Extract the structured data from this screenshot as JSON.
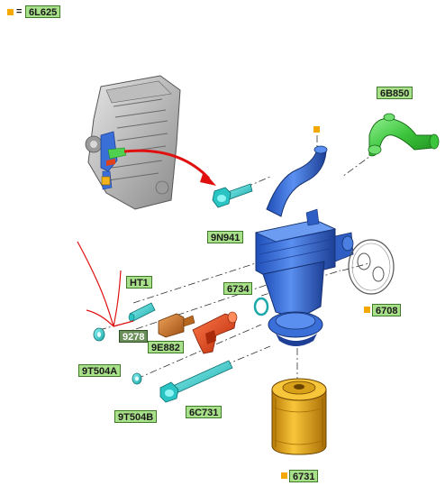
{
  "legend": {
    "equals": "=",
    "code": "6L625"
  },
  "parts": {
    "p6B850": "6B850",
    "p9N941": "9N941",
    "p6734": "6734",
    "pHT1": "HT1",
    "p6708": "6708",
    "p9278": "9278",
    "p9E882": "9E882",
    "p9T504A": "9T504A",
    "p6C731": "6C731",
    "p9T504B": "9T504B",
    "p6731": "6731"
  },
  "colors": {
    "marker": "#f4a800",
    "label_bg": "#a9e08a",
    "cooler_blue": "#3a6fd8",
    "hose_green": "#4fd14f",
    "sensor_orange": "#d9782a",
    "sensor_red": "#e0401a",
    "bolt_cyan": "#3fd6d6",
    "filter_yellow": "#f2b31c",
    "annotation_red": "#e01010"
  }
}
